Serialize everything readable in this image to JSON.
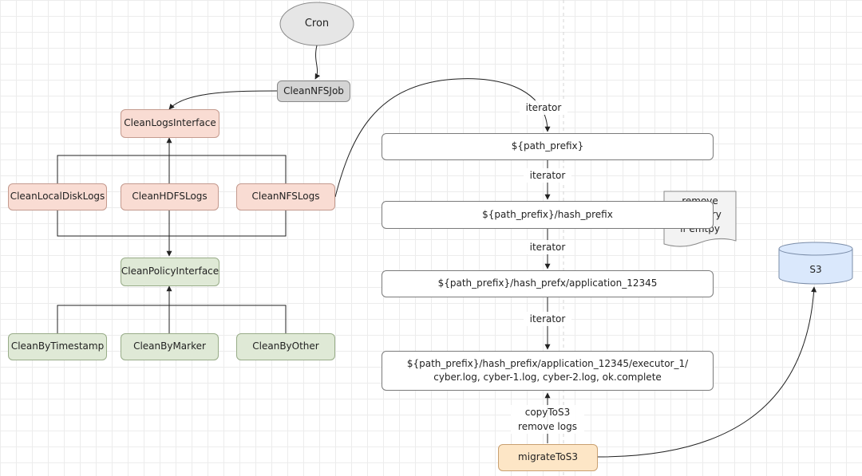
{
  "diagram": {
    "cron": "Cron",
    "clean_nfs_job": "CleanNFSJob",
    "clean_logs_interface": "CleanLogsInterface",
    "clean_local_disk_logs": "CleanLocalDiskLogs",
    "clean_hdfs_logs": "CleanHDFSLogs",
    "clean_nfs_logs": "CleanNFSLogs",
    "clean_policy_interface": "CleanPolicyInterface",
    "clean_by_timestamp": "CleanByTimestamp",
    "clean_by_marker": "CleanByMarker",
    "clean_by_other": "CleanByOther",
    "path_prefix": "${path_prefix}",
    "hash_prefix": "${path_prefix}/hash_prefix",
    "application": "${path_prefix}/hash_prefx/application_12345",
    "executor_line1": "${path_prefix}/hash_prefix/application_12345/executor_1/",
    "executor_line2": "cyber.log, cyber-1.log, cyber-2.log, ok.complete",
    "note_line1": "remove",
    "note_line2": "directory",
    "note_line3": "if emtpy",
    "s3": "S3",
    "migrate_to_s3": "migrateToS3",
    "iterator": "iterator",
    "copy_to_s3": "copyToS3",
    "remove_logs": "remove logs"
  },
  "colors": {
    "interface_impl": "#f9dcd3",
    "policy": "#dfe9d6",
    "job": "#d4d4d4",
    "migrate": "#fde6c6",
    "storage": "#dae8fc",
    "cron": "#e6e6e6"
  }
}
